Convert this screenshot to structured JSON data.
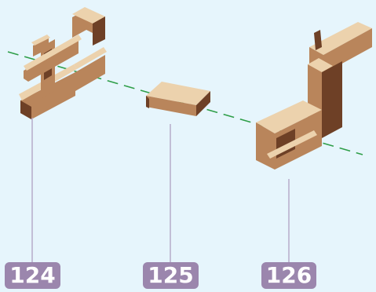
{
  "colors": {
    "background": "#e6f5fc",
    "badge": "#9b86ad",
    "leader_line": "#b3a6c6",
    "axis_line": "#2e9e48",
    "wood_top": "#ecd2ad",
    "wood_side": "#b9855b",
    "wood_dark": "#6e4026"
  },
  "parts": [
    {
      "label": "124"
    },
    {
      "label": "125"
    },
    {
      "label": "126"
    }
  ]
}
